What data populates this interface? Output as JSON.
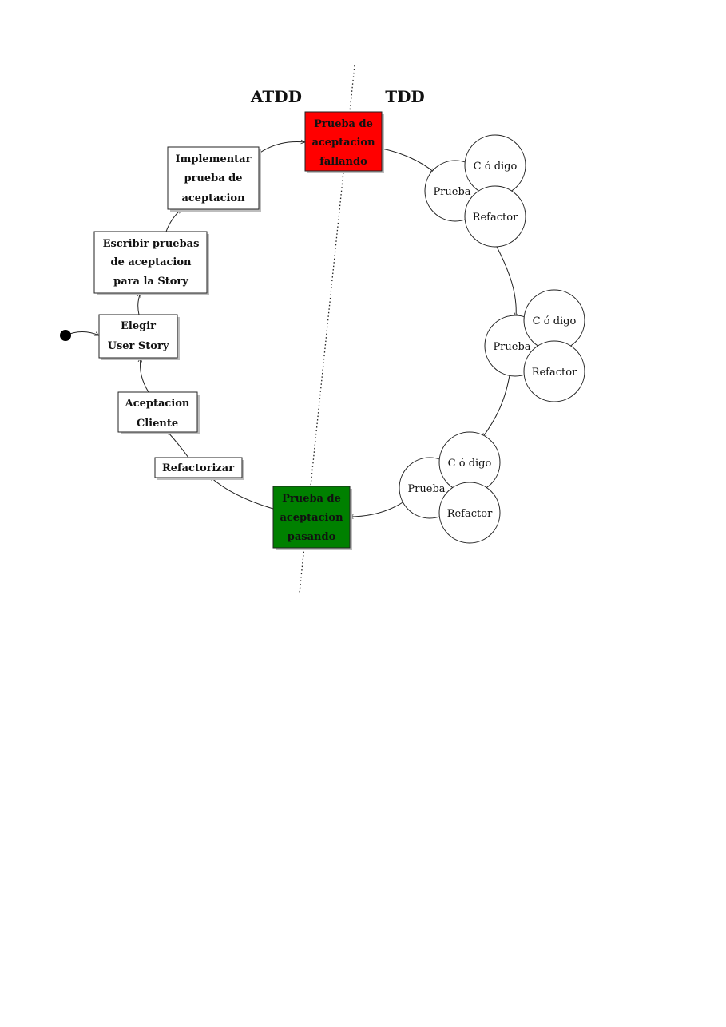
{
  "headers": {
    "left": "ATDD",
    "right": "TDD"
  },
  "colors": {
    "failing": "#ff0000",
    "passing": "#008000",
    "box": "#ffffff",
    "shadow": "#bdbdbd"
  },
  "nodes": {
    "failing": [
      "Prueba de",
      "aceptacion",
      "fallando"
    ],
    "implementar": [
      "Implementar",
      "prueba de",
      "aceptacion"
    ],
    "escribir": [
      "Escribir pruebas",
      "de aceptacion",
      "para la Story"
    ],
    "elegir": [
      "Elegir",
      "User Story"
    ],
    "aceptacion": [
      "Aceptacion",
      "Cliente"
    ],
    "refactorizar": [
      "Refactorizar"
    ],
    "passing": [
      "Prueba de",
      "aceptacion",
      "pasando"
    ]
  },
  "tdd_cycle": {
    "prueba": "Prueba",
    "codigo": "C ó  digo",
    "refactor": "Refactor"
  }
}
